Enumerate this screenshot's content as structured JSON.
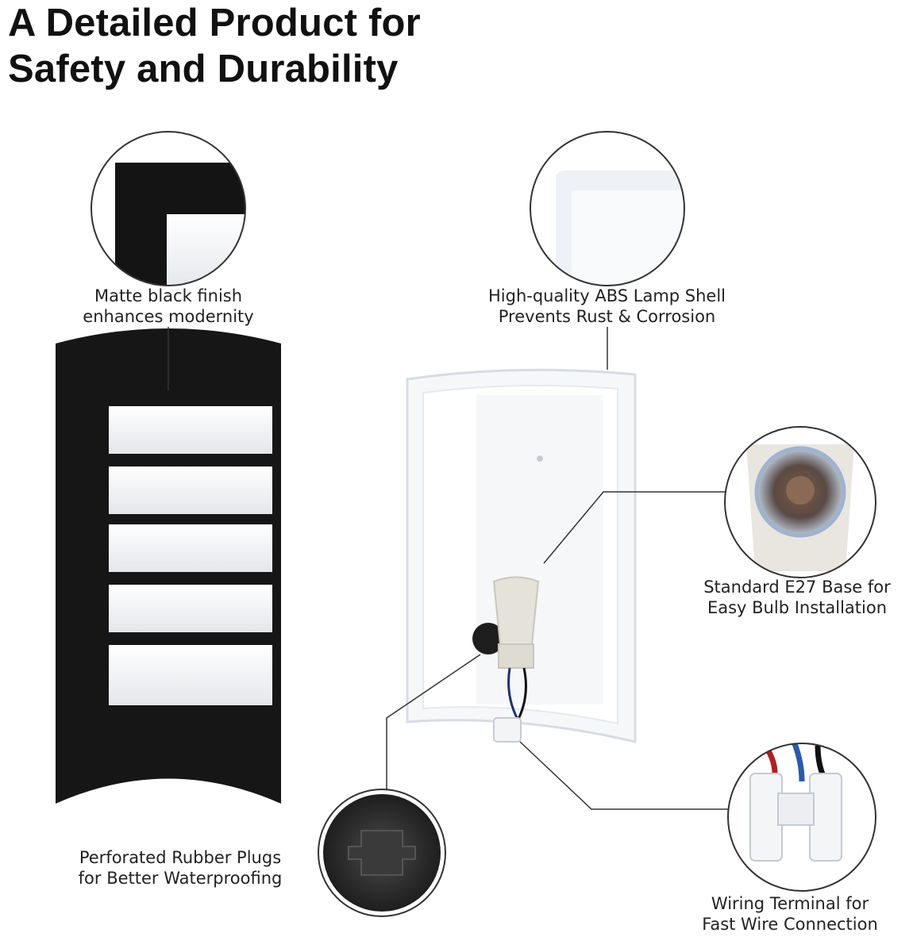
{
  "headline": {
    "line1": "A Detailed Product for",
    "line2": "Safety and Durability"
  },
  "callouts": {
    "finish": {
      "line1": "Matte black finish",
      "line2": "enhances modernity"
    },
    "shell": {
      "line1": "High-quality ABS  Lamp Shell",
      "line2": "Prevents Rust & Corrosion"
    },
    "base": {
      "line1": "Standard E27 Base for",
      "line2": "Easy Bulb Installation"
    },
    "plugs": {
      "line1": "Perforated Rubber Plugs",
      "line2": "for Better Waterproofing"
    },
    "terminal": {
      "line1": "Wiring Terminal for",
      "line2": "Fast Wire Connection"
    }
  },
  "colors": {
    "lamp_body": "#161616",
    "panel_white": "#f2f3f5",
    "shell_white": "#f6f7f9",
    "leader_line": "#333333"
  }
}
